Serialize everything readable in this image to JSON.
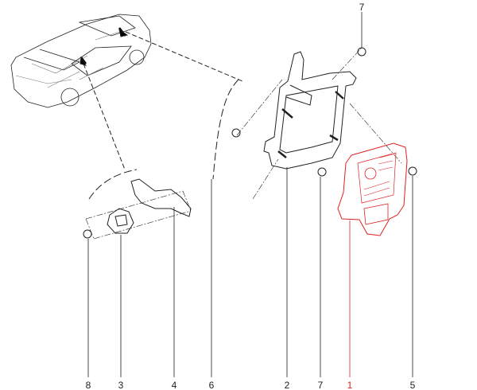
{
  "diagram": {
    "type": "exploded parts diagram",
    "highlight_color": "#e02020",
    "line_color": "#222222",
    "callouts": [
      {
        "id": "top-7",
        "text": "7",
        "highlighted": false
      },
      {
        "id": "8",
        "text": "8",
        "highlighted": false
      },
      {
        "id": "3",
        "text": "3",
        "highlighted": false
      },
      {
        "id": "4",
        "text": "4",
        "highlighted": false
      },
      {
        "id": "6",
        "text": "6",
        "highlighted": false
      },
      {
        "id": "2",
        "text": "2",
        "highlighted": false
      },
      {
        "id": "7",
        "text": "7",
        "highlighted": false
      },
      {
        "id": "1",
        "text": "1",
        "highlighted": true
      },
      {
        "id": "5",
        "text": "5",
        "highlighted": false
      }
    ]
  }
}
